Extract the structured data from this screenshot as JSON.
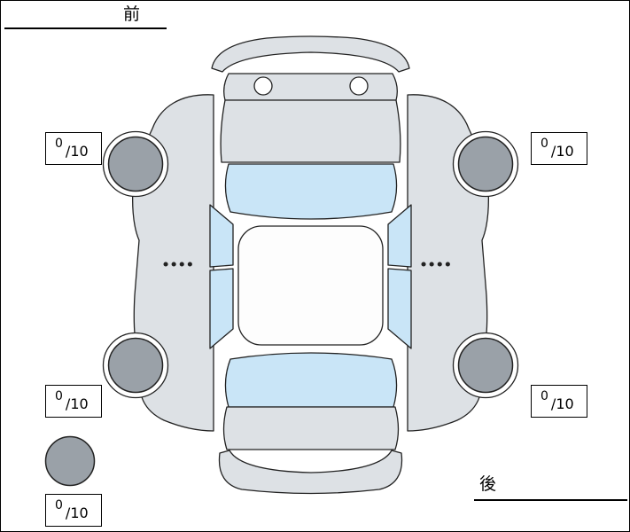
{
  "orientation_labels": {
    "front": "前",
    "rear": "後"
  },
  "tire_scores": {
    "front_left": {
      "value": "0",
      "denominator": "/10"
    },
    "front_right": {
      "value": "0",
      "denominator": "/10"
    },
    "rear_left": {
      "value": "0",
      "denominator": "/10"
    },
    "rear_right": {
      "value": "0",
      "denominator": "/10"
    },
    "spare": {
      "value": "0",
      "denominator": "/10"
    }
  },
  "diagram": {
    "type": "car-top-view-tire-condition",
    "colors": {
      "background": "#ffffff",
      "body": "#dde1e5",
      "window": "#c9e5f7",
      "tire": "#9aa1a8",
      "outline": "#222222"
    }
  }
}
